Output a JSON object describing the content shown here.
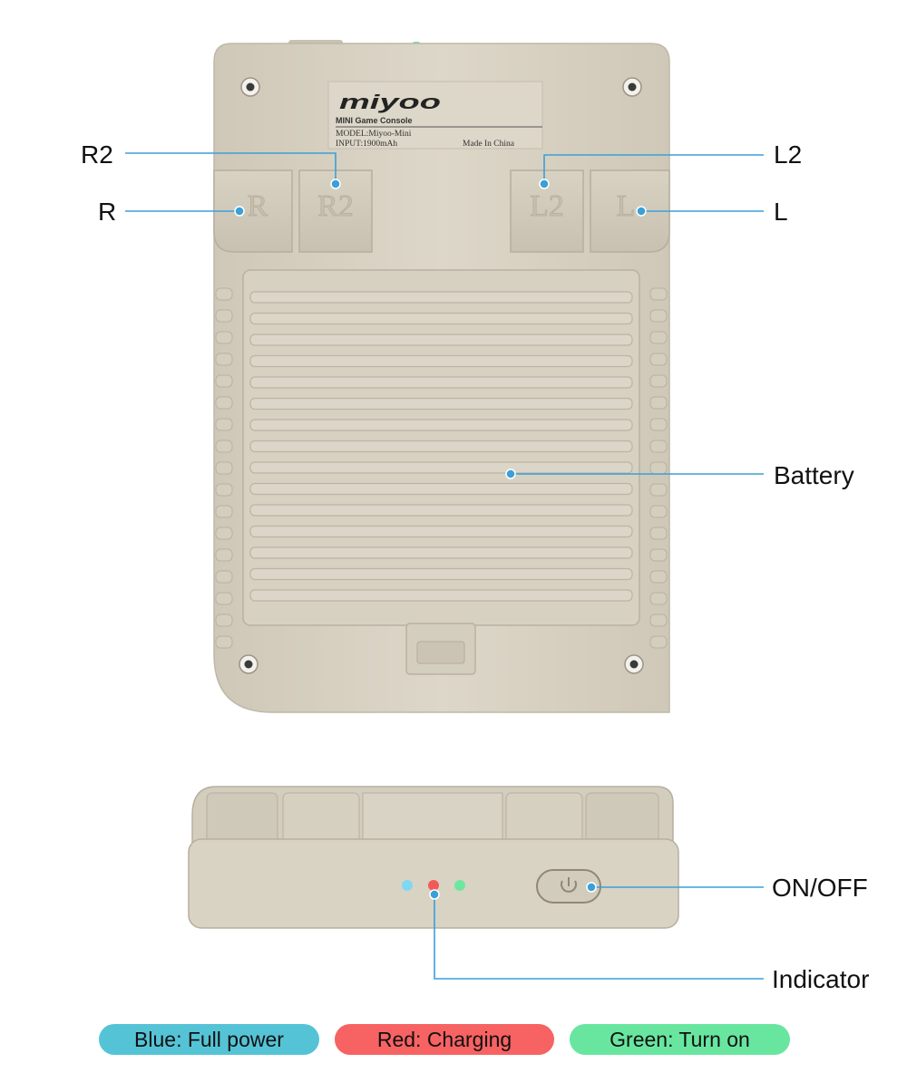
{
  "console_back": {
    "brand": "miyoo",
    "product": "MINI Game Console",
    "model": "MODEL:Miyoo-Mini",
    "input": "INPUT:1900mAh",
    "origin": "Made In China",
    "button_r": "R",
    "button_r2": "R2",
    "button_l2": "L2",
    "button_l": "L"
  },
  "callouts": {
    "r2": "R2",
    "r": "R",
    "l2": "L2",
    "l": "L",
    "battery": "Battery",
    "on_off": "ON/OFF",
    "indicator": "Indicator"
  },
  "legend": [
    {
      "label": "Blue: Full power",
      "color": "#55c3d6"
    },
    {
      "label": "Red: Charging",
      "color": "#f76262"
    },
    {
      "label": "Green: Turn on",
      "color": "#68e6a0"
    }
  ],
  "colors": {
    "shell": "#d9d3c4",
    "shell_dark": "#c9c2b2",
    "leader_line": "#3b9fd8",
    "led_blue": "#7fd8f2",
    "led_red": "#f25a5a",
    "led_green": "#6fe6a0"
  }
}
